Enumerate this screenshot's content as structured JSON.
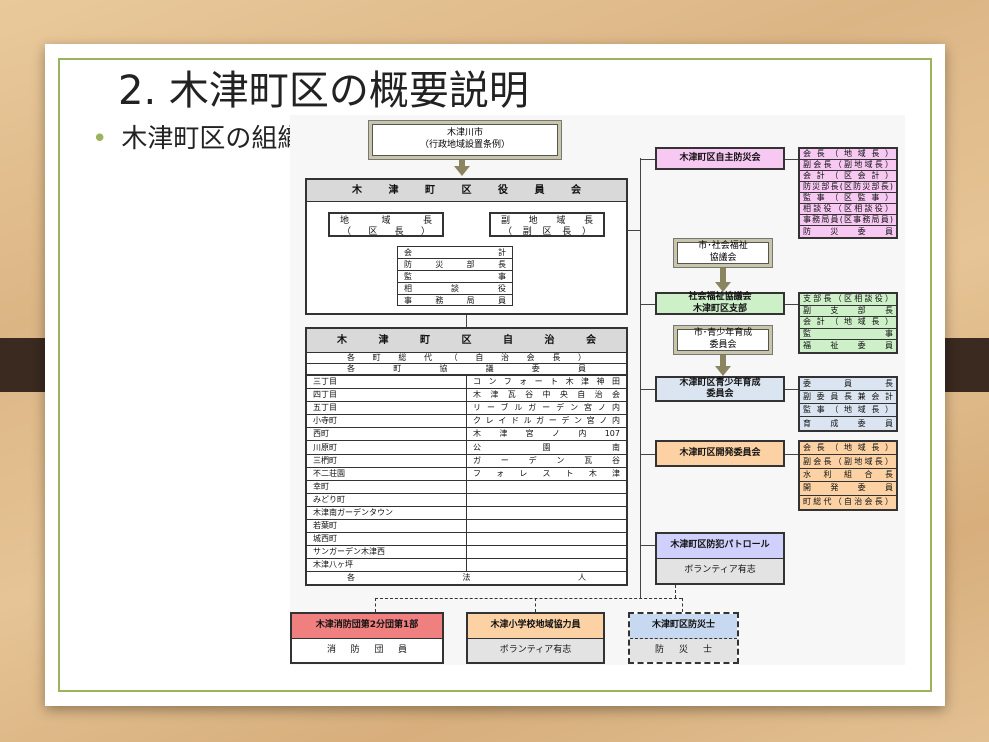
{
  "title": "2. 木津町区の概要説明",
  "bullet": "木津町区の組織",
  "city": {
    "line1": "木津川市",
    "line2": "（行政地域設置条例）"
  },
  "yakuin": {
    "header": "木津町区役員会",
    "chief": [
      "地域長",
      "（区長）"
    ],
    "vice": [
      "副地域長",
      "（副区長）"
    ],
    "roles": [
      "会計",
      "防災部長",
      "監事",
      "相談役",
      "事務局員"
    ]
  },
  "jichikai": {
    "header": "木津町区自治会",
    "row1": "各町総代（自治会長）",
    "row2": "各町協議委員",
    "left": [
      "三丁目",
      "四丁目",
      "五丁目",
      "小寺町",
      "西町",
      "川原町",
      "三椚町",
      "不二荘園",
      "幸町",
      "みどり町",
      "木津南ガーデンタウン",
      "若葉町",
      "城西町",
      "サンガーデン木津西",
      "木津八ヶ坪"
    ],
    "right": [
      "コンフォート木津神田",
      "木津瓦谷中央自治会",
      "リーブルガーデン宮ノ内",
      "クレイドルガーデン宮ノ内",
      "木津宮ノ内107",
      "公園南",
      "ガーデン瓦谷",
      "フォレスト木津",
      "",
      "",
      "",
      "",
      "",
      "",
      ""
    ],
    "footer": "各法人"
  },
  "bousai": {
    "name": "木津町区自主防災会",
    "members": [
      "会長（地域長）",
      "副会長（副地域長）",
      "会計（区会計）",
      "防災部長(区防災部長)",
      "監事（区監事）",
      "相談役（区相談役）",
      "事務局員(区事務局員)",
      "防災委員"
    ]
  },
  "shakyo_city": [
    "市･社会福祉",
    "協議会"
  ],
  "shakyo": {
    "name": [
      "社会福祉協議会",
      "木津町区支部"
    ],
    "members": [
      "支部長（区相談役）",
      "副支部長",
      "会計（地域長）",
      "監事",
      "福祉委員"
    ]
  },
  "seishonen_city": [
    "市･青少年育成",
    "委員会"
  ],
  "seishonen": {
    "name": [
      "木津町区青少年育成",
      "委員会"
    ],
    "members": [
      "委員長",
      "副委員長兼会計",
      "監事（地域長）",
      "育成委員"
    ]
  },
  "kaihatsu": {
    "name": "木津町区開発委員会",
    "members": [
      "会長（地域長）",
      "副会長（副地域長）",
      "水利組合長",
      "開発委員",
      "町総代（自治会長）"
    ]
  },
  "patrol": {
    "name": "木津町区防犯パトロール",
    "sub": "ボランティア有志"
  },
  "bottom": [
    {
      "name": "木津消防団第2分団第1部",
      "sub": "消防団員"
    },
    {
      "name": "木津小学校地域協力員",
      "sub": "ボランティア有志"
    },
    {
      "name": "木津町区防災士",
      "sub": "防災士"
    }
  ],
  "colors": {
    "pink": "#f6c8f2",
    "green": "#cdf0c8",
    "blue": "#dbe5f1",
    "orange": "#fcd2a4",
    "lavender": "#cfd0fb",
    "red": "#f08080",
    "lightblue": "#c6d9f0",
    "gray": "#e3e3e3"
  }
}
